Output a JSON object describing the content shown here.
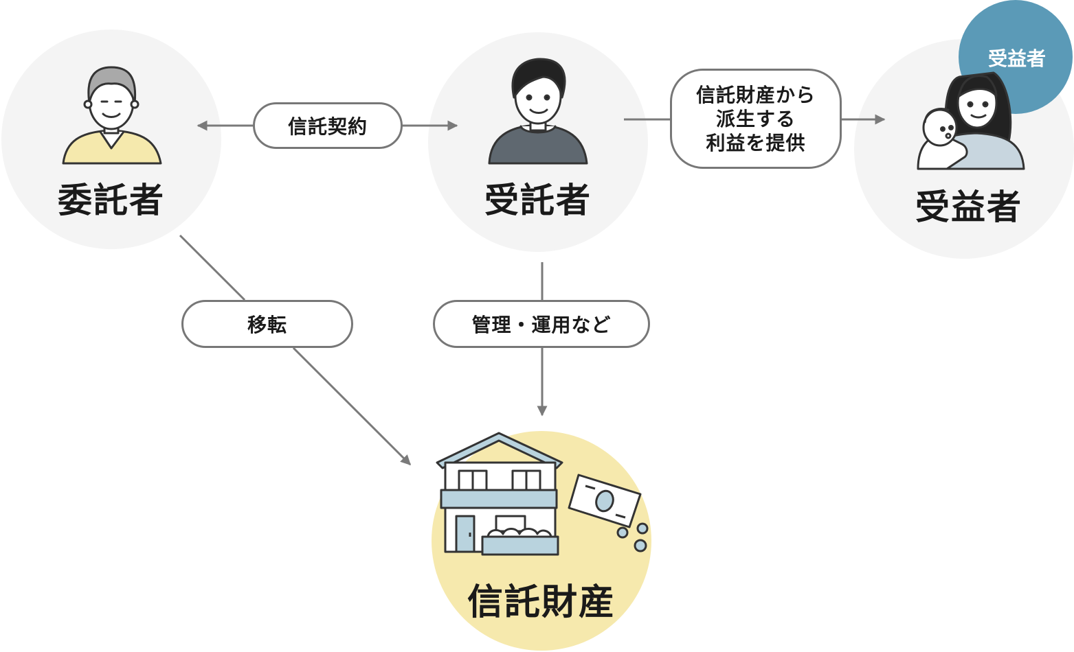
{
  "nodes": {
    "settlor": {
      "label": "委託者"
    },
    "trustee": {
      "label": "受託者"
    },
    "beneficiary": {
      "label": "受益者",
      "badge": "受益者"
    },
    "trust_property": {
      "label": "信託財産"
    }
  },
  "edges": {
    "trust_contract": {
      "label": "信託契約"
    },
    "benefit": {
      "line1": "信託財産から",
      "line2": "派生する",
      "line3": "利益を提供"
    },
    "transfer": {
      "label": "移転"
    },
    "management": {
      "label": "管理・運用など"
    }
  },
  "colors": {
    "node_circle": "#f4f4f4",
    "property_circle": "#f6e9ad",
    "badge": "#5b9ab7",
    "line": "#7a7a7a",
    "house_accent": "#b9d3de",
    "elder_sweater": "#f5e9ad",
    "hoodie": "#5f6870",
    "mother_shirt": "#c8d6df"
  },
  "icons": [
    "elderly-man-icon",
    "young-man-icon",
    "mother-child-icon",
    "house-icon",
    "banknote-icon",
    "coin-icon"
  ]
}
